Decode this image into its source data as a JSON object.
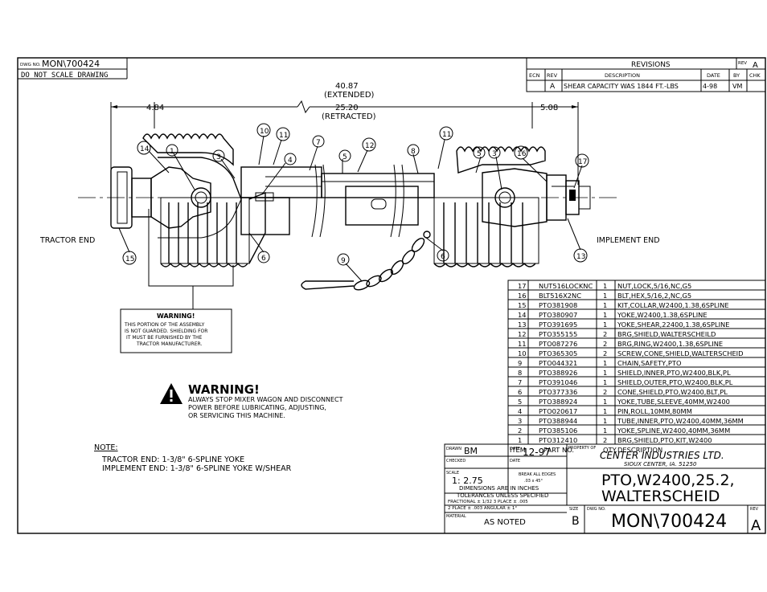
{
  "title_block": {
    "dwg_no_label": "DWG NO.",
    "dwg_no": "MON\\700424",
    "do_not_scale": "DO NOT SCALE DRAWING",
    "drawn_label": "DRAWN",
    "drawn": "BM",
    "date_label": "DATE",
    "date": "12-97",
    "checked_label": "CHECKED",
    "date2_label": "DATE",
    "property_label": "PROPERTY OF",
    "company": "CENTER INDUSTRIES LTD.",
    "company_city": "SIOUX CENTER, IA. 51250",
    "scale_label": "SCALE",
    "scale": "1: 2.75",
    "break_edges_1": "BREAK ALL EDGES",
    "break_edges_2": ".03 x 45°",
    "tol_1": "DIMENSIONS ARE IN INCHES",
    "tol_2": "TOLERANCES UNLESS SPECIFIED",
    "tol_3": "FRACTIONAL ± 1/32    3 PLACE ± .005",
    "tol_4": "2 PLACE ± .003       ANGULAR ± 1°",
    "material_label": "MATERIAL",
    "material": "AS NOTED",
    "desc_line1": "PTO,W2400,25.2,",
    "desc_line2": "WALTERSCHEID",
    "size_label": "SIZE",
    "size": "B",
    "dwg_label": "DWG NO.",
    "rev_label": "REV",
    "rev": "A"
  },
  "revisions": {
    "title": "REVISIONS",
    "rev_label": "REV",
    "rev": "A",
    "headers": [
      "ECN",
      "REV",
      "DESCRIPTION",
      "DATE",
      "BY",
      "CHK"
    ],
    "rows": [
      [
        "",
        "A",
        "SHEAR CAPACITY WAS 1844 FT.-LBS",
        "4-98",
        "VM",
        ""
      ]
    ]
  },
  "bom": {
    "headers": [
      "ITEM",
      "PART NO.",
      "QTY.",
      "DESCRIPTION"
    ],
    "rows": [
      [
        "17",
        "NUT516LOCKNC",
        "1",
        "NUT,LOCK,5/16,NC,G5"
      ],
      [
        "16",
        "BLT516X2NC",
        "1",
        "BLT,HEX,5/16,2,NC,G5"
      ],
      [
        "15",
        "PTO381908",
        "1",
        "KIT,COLLAR,W2400,1.38,6SPLINE"
      ],
      [
        "14",
        "PTO380907",
        "1",
        "YOKE,W2400,1.38,6SPLINE"
      ],
      [
        "13",
        "PTO391695",
        "1",
        "YOKE,SHEAR,22400,1.38,6SPLINE"
      ],
      [
        "12",
        "PTO355155",
        "2",
        "BRG,SHIELD,WALTERSCHEILD"
      ],
      [
        "11",
        "PTO087276",
        "2",
        "BRG,RING,W2400,1.38,6SPLINE"
      ],
      [
        "10",
        "PTO365305",
        "2",
        "SCREW,CONE,SHIELD,WALTERSCHEID"
      ],
      [
        "9",
        "PTO044321",
        "1",
        "CHAIN,SAFETY,PTO"
      ],
      [
        "8",
        "PTO388926",
        "1",
        "SHIELD,INNER,PTO,W2400,BLK,PL"
      ],
      [
        "7",
        "PTO391046",
        "1",
        "SHIELD,OUTER,PTO,W2400,BLK,PL"
      ],
      [
        "6",
        "PTO377336",
        "2",
        "CONE,SHIELD,PTO,W2400,BLT,PL"
      ],
      [
        "5",
        "PTO388924",
        "1",
        "YOKE,TUBE,SLEEVE,40MM,W2400"
      ],
      [
        "4",
        "PTO020617",
        "1",
        "PIN,ROLL,10MM,80MM"
      ],
      [
        "3",
        "PTO388944",
        "1",
        "TUBE,INNER,PTO,W2400,40MM,36MM"
      ],
      [
        "2",
        "PTO385106",
        "1",
        "YOKE,SPLINE,W2400,40MM,36MM"
      ],
      [
        "1",
        "PTO312410",
        "2",
        "BRG,SHIELD,PTO,KIT,W2400"
      ]
    ]
  },
  "dimensions": {
    "extended": "40.87",
    "extended_label": "(EXTENDED)",
    "retracted": "25.20",
    "retracted_label": "(RETRACTED)",
    "left": "4.84",
    "right": "5.08"
  },
  "labels": {
    "tractor_end": "TRACTOR END",
    "implement_end": "IMPLEMENT END"
  },
  "balloons": [
    "10",
    "11",
    "7",
    "12",
    "8",
    "11",
    "14",
    "1",
    "3",
    "4",
    "5",
    "5",
    "3",
    "16",
    "17",
    "15",
    "6",
    "9",
    "6",
    "13"
  ],
  "warning_box": {
    "title": "WARNING!",
    "line1": "THIS PORTION OF THE ASSEMBLY",
    "line2": "IS NOT GUARDED. SHIELDING FOR",
    "line3": "IT MUST BE FURNISHED BY THE",
    "line4": "TRACTOR MANUFACTURER."
  },
  "warning_main": {
    "title": "WARNING!",
    "line1": "ALWAYS STOP MIXER WAGON AND DISCONNECT",
    "line2": "POWER BEFORE LUBRICATING, ADJUSTING,",
    "line3": "OR SERVICING THIS MACHINE."
  },
  "note": {
    "title": "NOTE:",
    "line1": "TRACTOR END: 1-3/8\" 6-SPLINE YOKE",
    "line2": "IMPLEMENT END: 1-3/8\" 6-SPLINE YOKE W/SHEAR"
  }
}
